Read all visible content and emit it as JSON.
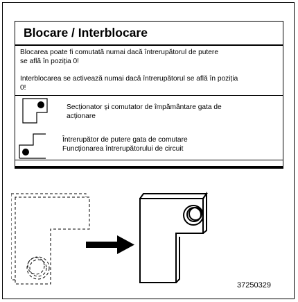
{
  "label": {
    "title": "Blocare / Interblocare",
    "paragraph1": [
      "Blocarea poate fi comutată numai dacă întrerupătorul de putere",
      "se află în poziția 0!"
    ],
    "paragraph2": [
      "Interblocarea se activează numai dacă întrerupătorul se află în poziția",
      "0!"
    ],
    "legend": [
      {
        "icon": "interlock-plate-top-right-pin-icon",
        "lines": [
          "Secționator și comutator de împământare gata de",
          "acționare"
        ]
      },
      {
        "icon": "interlock-plate-bottom-left-pin-icon",
        "lines": [
          "Întrerupător de putere gata de comutare",
          "Funcționarea întrerupătorului de circuit"
        ]
      }
    ]
  },
  "drawing_number": "37250329"
}
